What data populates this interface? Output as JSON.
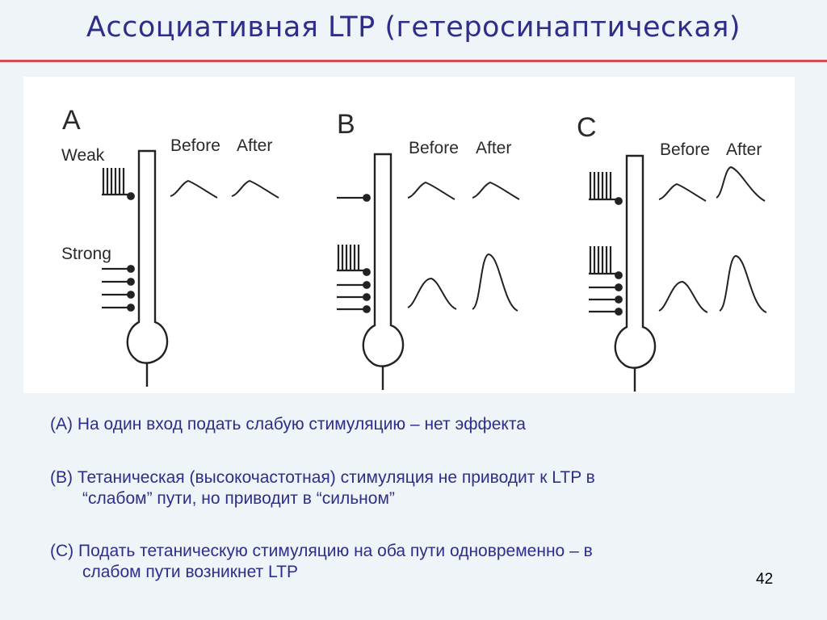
{
  "title": "Ассоциативная LTP (гетеросинаптическая)",
  "figure": {
    "panels": [
      {
        "letter": "A",
        "before": "Before",
        "after": "After",
        "weak_label": "Weak",
        "strong_label": "Strong"
      },
      {
        "letter": "B",
        "before": "Before",
        "after": "After"
      },
      {
        "letter": "C",
        "before": "Before",
        "after": "After"
      }
    ]
  },
  "captions": [
    {
      "line1": "(А) На один вход подать слабую стимуляцию – нет эффекта",
      "line2": ""
    },
    {
      "line1": "(В) Тетаническая (высокочастотная) стимуляция не приводит к LTP в",
      "line2": "“слабом” пути, но приводит в “сильном”"
    },
    {
      "line1": "(С) Подать тетаническую стимуляцию на оба пути одновременно – в",
      "line2": "слабом пути возникнет LTP"
    }
  ],
  "slide_number": "42",
  "colors": {
    "title": "#2e2e8a",
    "rule": "#d94a55",
    "background": "#eef4f8"
  }
}
